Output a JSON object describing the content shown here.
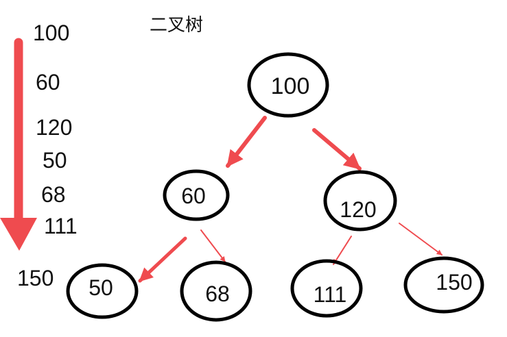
{
  "title": "二叉树",
  "insertion_order": [
    "100",
    "60",
    "120",
    "50",
    "68",
    "111",
    "150"
  ],
  "nodes": {
    "root": "100",
    "left": "60",
    "right": "120",
    "left_left": "50",
    "left_right": "68",
    "right_left": "111",
    "right_right": "150"
  },
  "colors": {
    "arrow": "#ef4b4f",
    "node_stroke": "#000000",
    "text": "#111111"
  }
}
